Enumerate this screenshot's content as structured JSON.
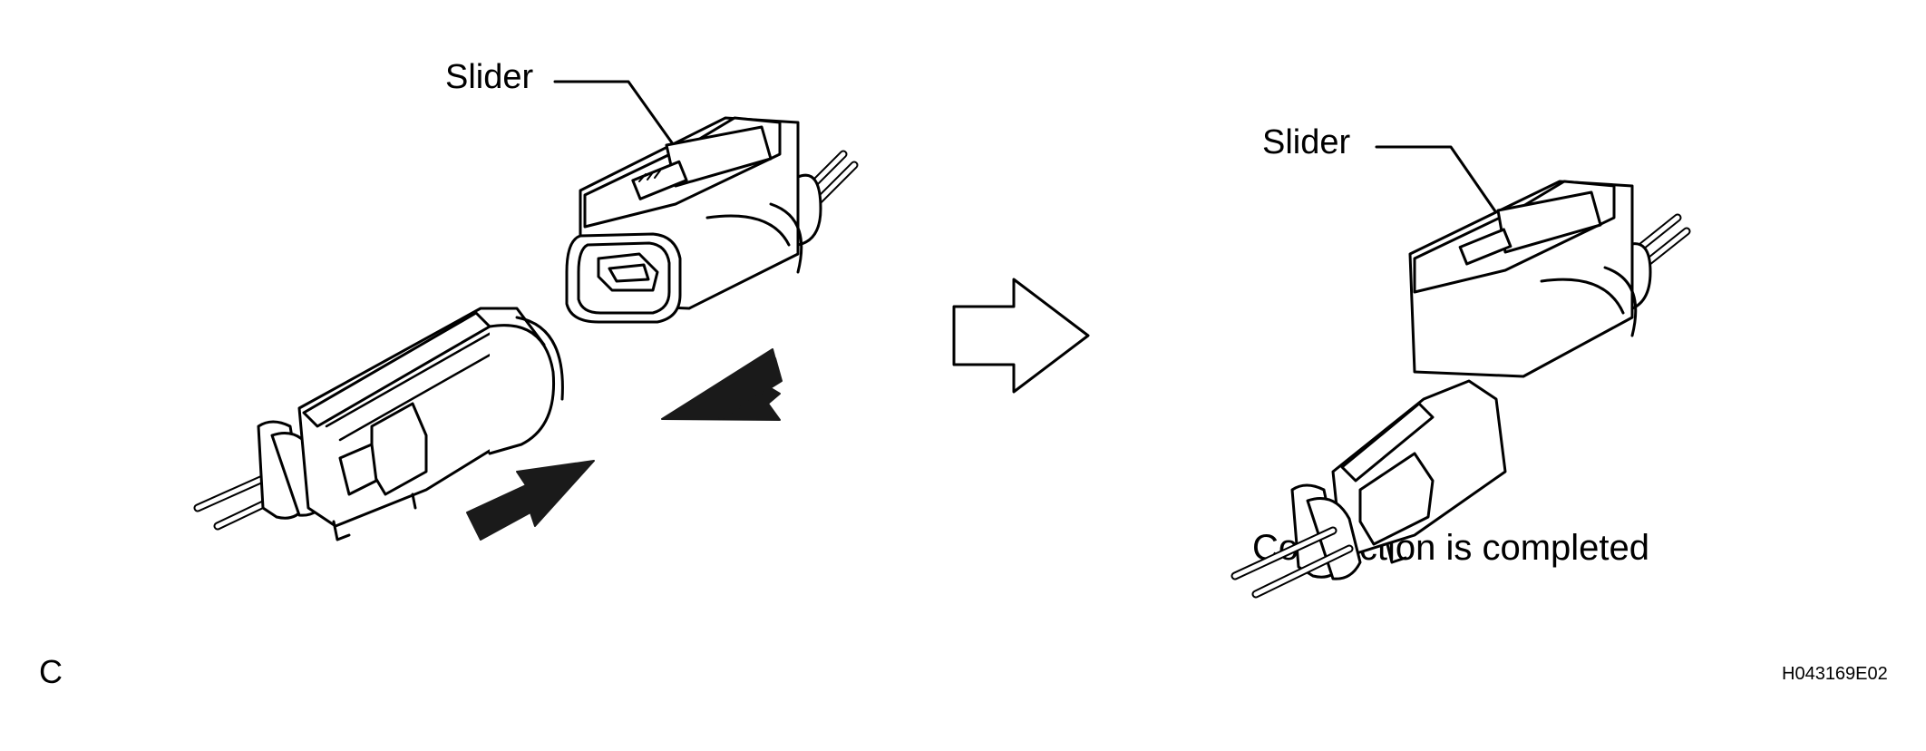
{
  "labels": {
    "slider_left": "Slider",
    "slider_right": "Slider",
    "caption": "Connection is completed",
    "panel_letter": "C",
    "figure_code": "H043169E02"
  },
  "colors": {
    "line": "#000000",
    "fill": "#ffffff",
    "arrow": "#1a1a1a"
  }
}
